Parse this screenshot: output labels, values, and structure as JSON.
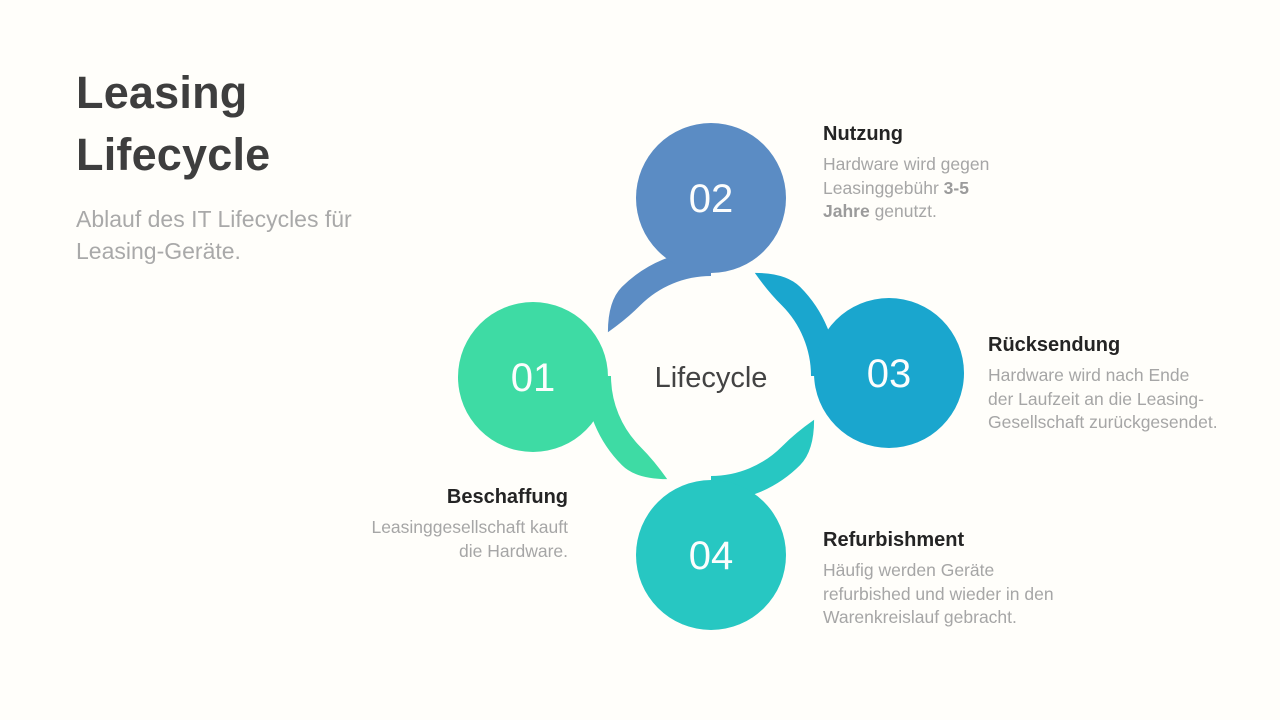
{
  "slide": {
    "title": "Leasing Lifecycle",
    "subtitle": "Ablauf des IT Lifecycles für Leasing-Geräte.",
    "center_label": "Lifecycle"
  },
  "colors": {
    "background": "#fffefa",
    "title_text": "#3e3e3e",
    "subtitle_text": "#a9a9a9",
    "step_title_text": "#242424",
    "step_body_text": "#a6a6a6",
    "number_text": "#fcfdfd",
    "center_label_text": "#434343"
  },
  "steps": [
    {
      "number": "01",
      "title": "Beschaffung",
      "color": "#3edba4",
      "body_lines": [
        [
          {
            "t": "Leasinggesellschaft kauft"
          }
        ],
        [
          {
            "t": "die Hardware."
          }
        ]
      ]
    },
    {
      "number": "02",
      "title": "Nutzung",
      "color": "#5b8cc4",
      "body_lines": [
        [
          {
            "t": "Hardware wird gegen"
          }
        ],
        [
          {
            "t": "Leasinggebühr "
          },
          {
            "t": "3-5",
            "b": true
          }
        ],
        [
          {
            "t": "Jahre",
            "b": true
          },
          {
            "t": " genutzt."
          }
        ]
      ]
    },
    {
      "number": "03",
      "title": "Rücksendung",
      "color": "#1aa6ce",
      "body_lines": [
        [
          {
            "t": "Hardware wird nach Ende"
          }
        ],
        [
          {
            "t": "der Laufzeit an die Leasing-"
          }
        ],
        [
          {
            "t": "Gesellschaft zurückgesendet."
          }
        ]
      ]
    },
    {
      "number": "04",
      "title": "Refurbishment",
      "color": "#27c7c2",
      "body_lines": [
        [
          {
            "t": "Häufig werden Geräte"
          }
        ],
        [
          {
            "t": "refurbished und wieder in den"
          }
        ],
        [
          {
            "t": "Warenkreislauf gebracht."
          }
        ]
      ]
    }
  ]
}
